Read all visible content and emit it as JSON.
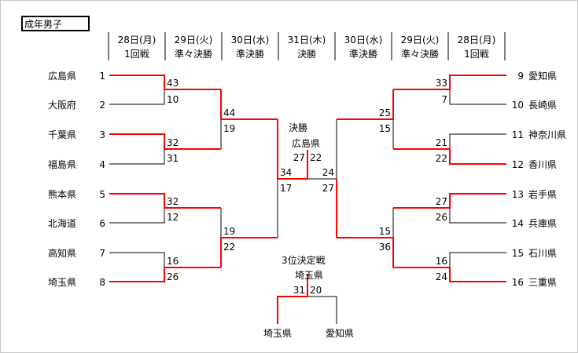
{
  "title": "成年男子",
  "columns": [
    {
      "date": "28日(月)",
      "round": "1回戦"
    },
    {
      "date": "29日(火)",
      "round": "準々決勝"
    },
    {
      "date": "30日(水)",
      "round": "準決勝"
    },
    {
      "date": "31日(木)",
      "round": "決勝"
    },
    {
      "date": "30日(水)",
      "round": "準決勝"
    },
    {
      "date": "29日(火)",
      "round": "準々決勝"
    },
    {
      "date": "28日(月)",
      "round": "1回戦"
    }
  ],
  "left_teams": [
    {
      "seed": "1",
      "name": "広島県"
    },
    {
      "seed": "2",
      "name": "大阪府"
    },
    {
      "seed": "3",
      "name": "千葉県"
    },
    {
      "seed": "4",
      "name": "福島県"
    },
    {
      "seed": "5",
      "name": "熊本県"
    },
    {
      "seed": "6",
      "name": "北海道"
    },
    {
      "seed": "7",
      "name": "高知県"
    },
    {
      "seed": "8",
      "name": "埼玉県"
    }
  ],
  "right_teams": [
    {
      "seed": "9",
      "name": "愛知県"
    },
    {
      "seed": "10",
      "name": "長崎県"
    },
    {
      "seed": "11",
      "name": "神奈川県"
    },
    {
      "seed": "12",
      "name": "香川県"
    },
    {
      "seed": "13",
      "name": "岩手県"
    },
    {
      "seed": "14",
      "name": "兵庫県"
    },
    {
      "seed": "15",
      "name": "石川県"
    },
    {
      "seed": "16",
      "name": "三重県"
    }
  ],
  "scores": {
    "l1": [
      "43",
      "10"
    ],
    "l2": [
      "32",
      "31"
    ],
    "l3": [
      "32",
      "12"
    ],
    "l4": [
      "16",
      "26"
    ],
    "lqf1": [
      "44",
      "19"
    ],
    "lqf2": [
      "19",
      "22"
    ],
    "lsf": [
      "34",
      "17"
    ],
    "r1": [
      "33",
      "7"
    ],
    "r2": [
      "21",
      "22"
    ],
    "r3": [
      "27",
      "26"
    ],
    "r4": [
      "16",
      "24"
    ],
    "rqf1": [
      "25",
      "15"
    ],
    "rqf2": [
      "15",
      "36"
    ],
    "rsf": [
      "24",
      "27"
    ]
  },
  "final": {
    "label": "決勝",
    "winner": "広島県",
    "score_left": "27",
    "score_right": "22"
  },
  "third_place": {
    "label": "3位決定戦",
    "winner": "埼玉県",
    "score_left": "31",
    "score_right": "20",
    "team_left": "埼玉県",
    "team_right": "愛知県"
  },
  "colors": {
    "winner_line": "#ff0000",
    "line": "#000000"
  }
}
